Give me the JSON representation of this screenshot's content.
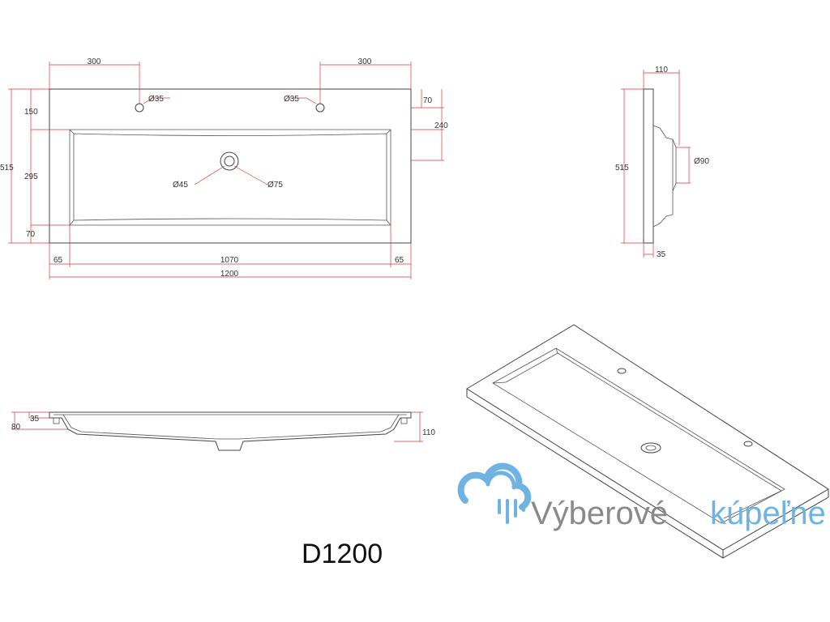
{
  "model_code": "D1200",
  "brand": {
    "name_part1": "Výberové",
    "name_part2": "kúpeľne",
    "primary_color": "#6fb3e3",
    "text_color": "#8a8a8a",
    "icon": "shower-cloud-icon"
  },
  "dimension_color": "#d9393a",
  "top_view": {
    "tap_offset_left": "300",
    "tap_offset_right": "300",
    "tap_hole_left": "Ø35",
    "tap_hole_right": "Ø35",
    "tap_from_back": "70",
    "basin_front_depth": "240",
    "overall_depth": "515",
    "back_rim": "150",
    "basin_depth": "295",
    "front_rim": "70",
    "drain_inner": "Ø45",
    "drain_outer": "Ø75",
    "side_rim_left": "65",
    "basin_length": "1070",
    "side_rim_right": "65",
    "overall_length": "1200"
  },
  "side_view": {
    "thickness_top": "110",
    "overall_depth": "515",
    "drain_diameter": "Ø90",
    "rim_thickness": "35"
  },
  "front_section": {
    "rim_thickness": "35",
    "rim_height": "80",
    "overall_height": "110"
  }
}
